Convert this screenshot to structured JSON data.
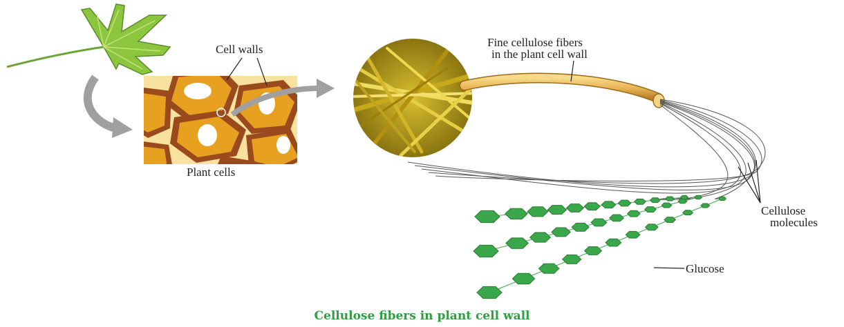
{
  "labels": {
    "cell_walls": "Cell walls",
    "plant_cells": "Plant cells",
    "fibers_line1": "Fine cellulose fibers",
    "fibers_line2": "in the plant cell wall",
    "molecules_line1": "Cellulose",
    "molecules_line2": "molecules",
    "glucose": "Glucose"
  },
  "caption": "Cellulose fibers in plant cell wall",
  "icons": [
    "leaf-icon",
    "curved-arrow-icon"
  ],
  "colors": {
    "leaf": "#8cc63f",
    "cell_wall": "#9a4a1c",
    "cytoplasm": "#e8a020",
    "fiber": "#e9b456",
    "glucose": "#3aa84a",
    "caption": "#2e9e3e",
    "arrow": "#a0a0a0"
  }
}
